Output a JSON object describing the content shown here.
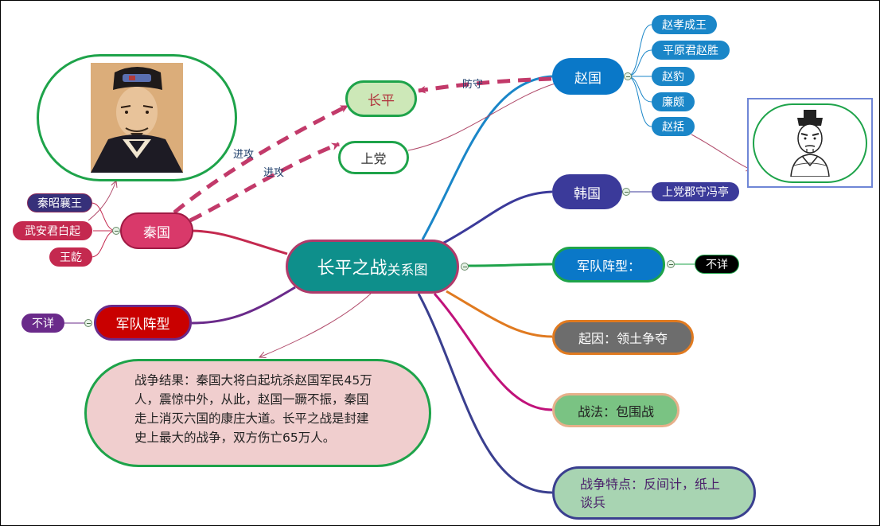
{
  "center": {
    "title_main": "长平之战",
    "title_sub": "关系图"
  },
  "nodes": {
    "changping": "长平",
    "shangdang": "上党",
    "qin": "秦国",
    "zhao": "赵国",
    "han": "韩国",
    "army_left": "军队阵型",
    "army_right": "军队阵型：",
    "cause": "起因：领土争夺",
    "tactic": "战法：包围战",
    "feature": "战争特点：反间计，纸上谈兵",
    "result": "战争结果：秦国大将白起坑杀赵国军民45万人，震惊中外，从此，赵国一蹶不振，秦国走上消灭六国的康庄大道。长平之战是封建史上最大的战争，双方伤亡65万人。"
  },
  "qin_people": [
    "秦昭襄王",
    "武安君白起",
    "王龁"
  ],
  "zhao_people": [
    "赵孝成王",
    "平原君赵胜",
    "赵豹",
    "廉颇",
    "赵括"
  ],
  "han_people": [
    "上党郡守冯亭"
  ],
  "unknown_left": "不详",
  "unknown_right": "不详",
  "labels": {
    "attack1": "进攻",
    "attack2": "进攻",
    "defend": "防守"
  },
  "portraits": {
    "left": "portrait-qin-general",
    "right": "portrait-zhao-kuo"
  },
  "colors": {
    "center_fill": "#0e8f8b",
    "center_border": "#b03a6a",
    "qin": "#d9396a",
    "qin_dark": "#c4294f",
    "zhao": "#0a78c8",
    "han": "#3b3a9a",
    "army_red": "#c90000",
    "purple": "#6a2a8a",
    "green_border": "#1ea34a",
    "orange": "#e07a20",
    "magenta": "#c0127a",
    "navy": "#3a3f8f",
    "dash": "#c23a6a"
  }
}
